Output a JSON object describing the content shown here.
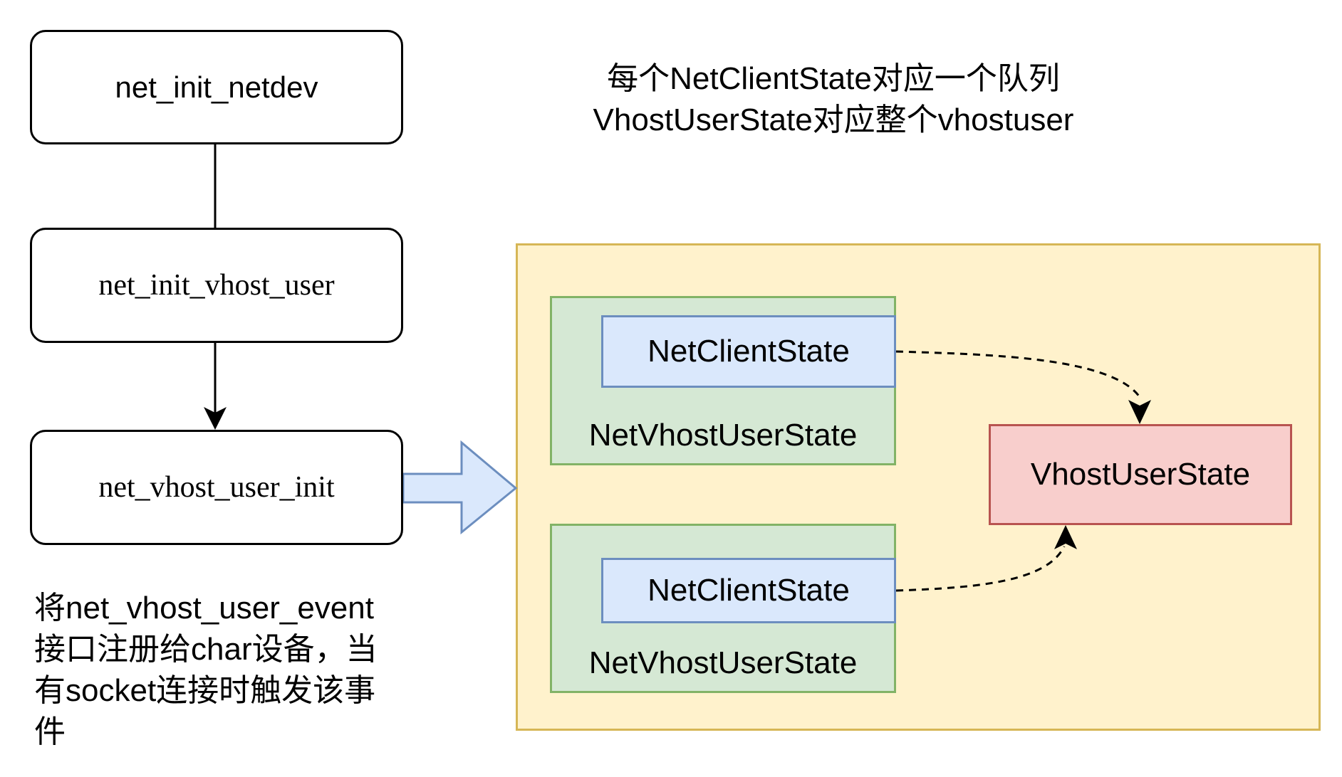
{
  "flow": {
    "step1": "net_init_netdev",
    "step2": "net_init_vhost_user",
    "step3": "net_vhost_user_init"
  },
  "top_note": {
    "line1": "每个NetClientState对应一个队列",
    "line2": "VhostUserState对应整个vhostuser"
  },
  "bottom_note": {
    "line1": "将net_vhost_user_event",
    "line2": "接口注册给char设备，当",
    "line3": "有socket连接时触发该事",
    "line4": "件"
  },
  "structure": {
    "group1": {
      "inner": "NetClientState",
      "outer": "NetVhostUserState"
    },
    "group2": {
      "inner": "NetClientState",
      "outer": "NetVhostUserState"
    },
    "shared": "VhostUserState"
  },
  "colors": {
    "container_fill": "#fff2cc",
    "container_border": "#d6b656",
    "group_fill": "#d5e8d4",
    "group_border": "#82b366",
    "item_fill": "#dae8fc",
    "item_border": "#6c8ebf",
    "shared_fill": "#f8cecc",
    "shared_border": "#b85450"
  }
}
